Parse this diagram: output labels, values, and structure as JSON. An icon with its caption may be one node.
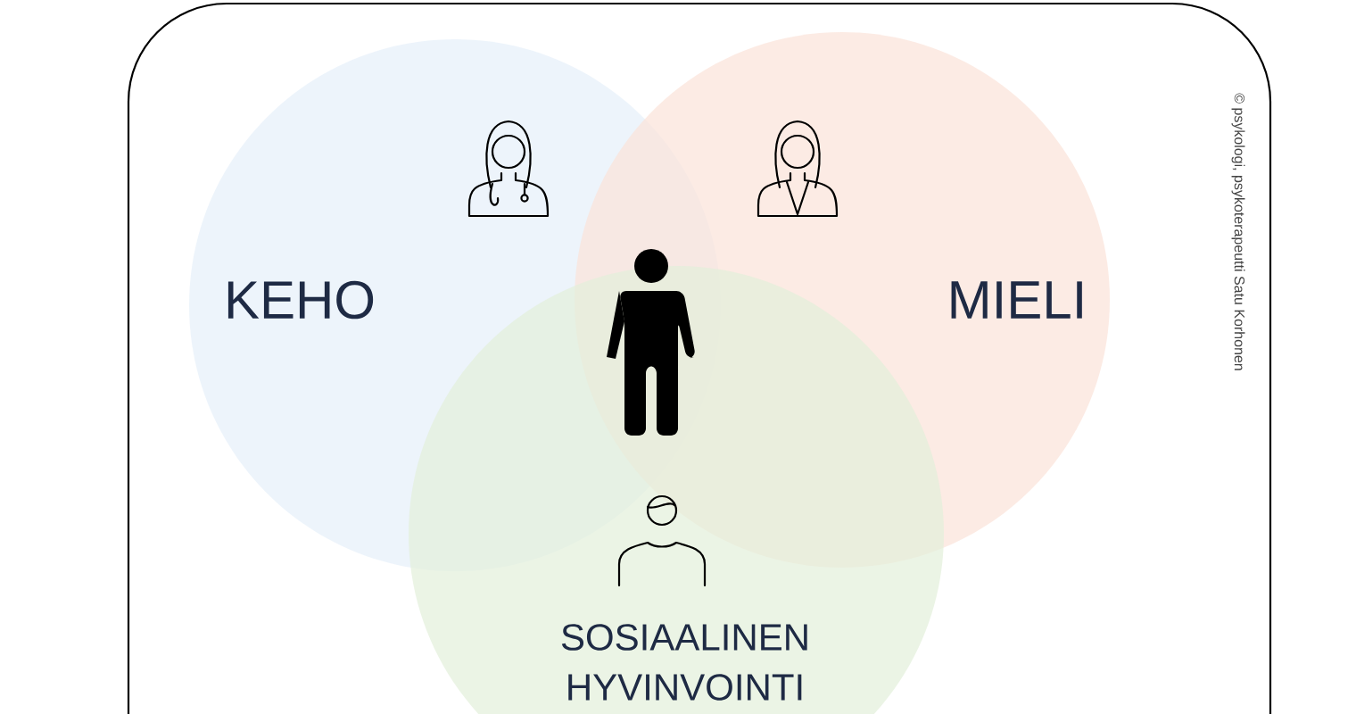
{
  "diagram": {
    "nodes": [
      {
        "text": [
          "KEHO"
        ]
      },
      {
        "text": [
          "MIELI"
        ]
      },
      {
        "text": [
          "SOSIAALINEN HYVINVOINTI"
        ]
      }
    ],
    "labels": [
      "© psykologi, psykoterapeutti Satu Korhonen"
    ]
  }
}
